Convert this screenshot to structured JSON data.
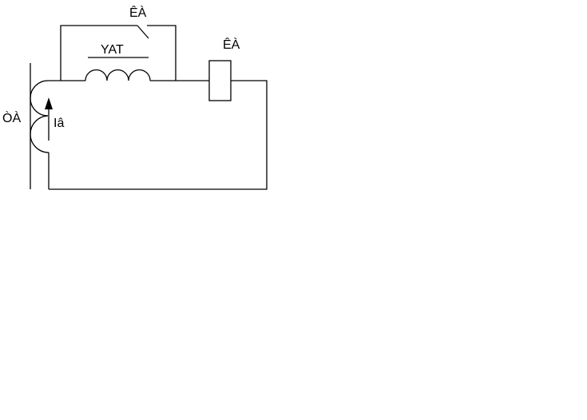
{
  "diagram": {
    "labels": {
      "ka_top": "ÊÀ",
      "yat": "YAT",
      "ka_right": "ÊÀ",
      "ta_left": "ÒÀ",
      "i_current": "Iâ"
    },
    "colors": {
      "line": "#000000",
      "background": "#ffffff"
    }
  }
}
